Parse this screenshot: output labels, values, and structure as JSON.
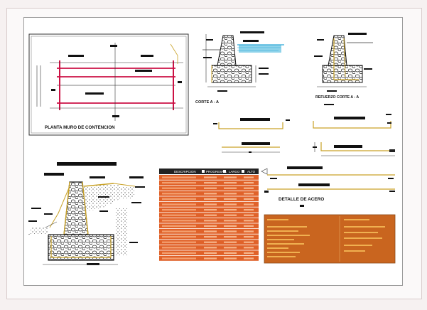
{
  "drawing": {
    "plan_title": "PLANTA MURO DE CONTENCION",
    "section_title": "CORTE A - A",
    "reinforcement_title": "REFUERZO CORTE A - A",
    "steel_title": "DETALLE DE ACERO"
  },
  "table": {
    "headers": [
      "DESCRIPCION",
      "PROGRESIVA",
      "LARGO",
      "ALTO"
    ],
    "row_count": 16
  },
  "colors": {
    "wall_red": "#cc1144",
    "stone_fill": "#e8c878",
    "table_header": "#222222",
    "table_row": "#e0622a",
    "table_cell": "#c9541f",
    "notes_panel": "#c9651f",
    "water": "#2fa7d6",
    "line_yellow": "#c9a227"
  }
}
